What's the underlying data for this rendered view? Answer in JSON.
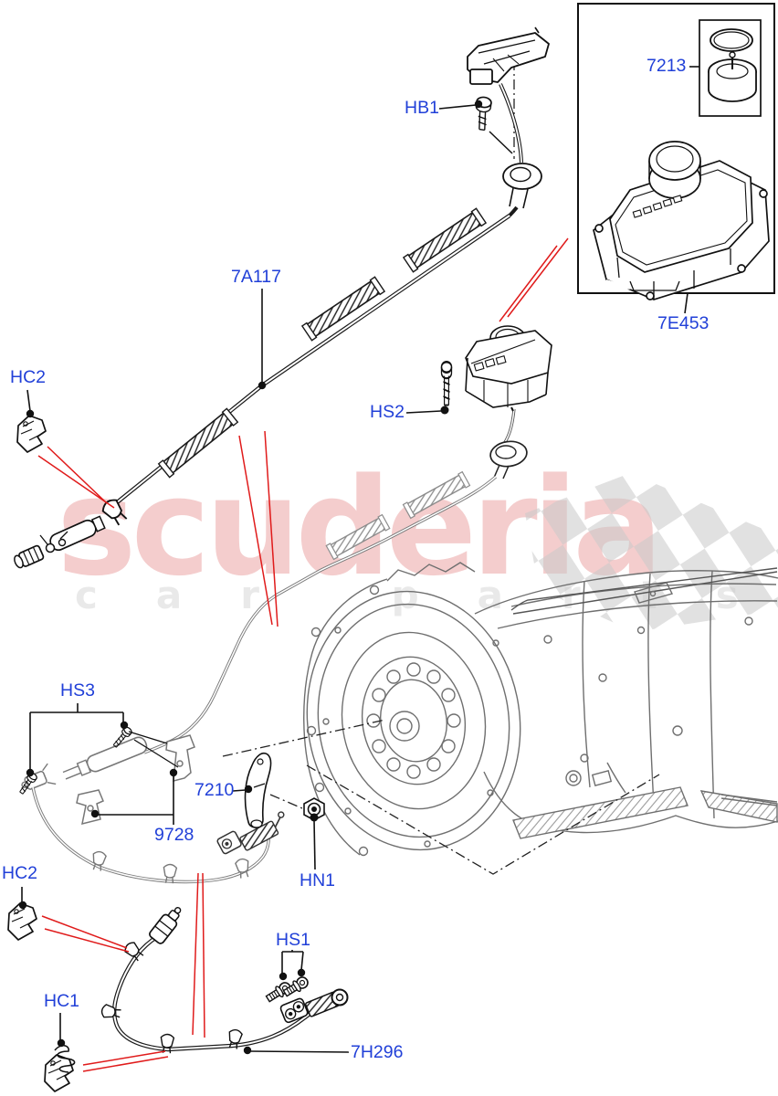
{
  "watermark": {
    "brand": "scuderia",
    "subtitle": "car parts"
  },
  "colors": {
    "label_blue": "#2140d8",
    "leader_red": "#e01b1b",
    "line_black": "#1a1a1a",
    "line_gray": "#777777",
    "transmission_gray": "#6f6f6f",
    "watermark_pink": "#e89a9a",
    "flag_gray": "#c9c9c9"
  },
  "labels": [
    {
      "id": "7213",
      "text": "7213"
    },
    {
      "id": "7E453",
      "text": "7E453"
    },
    {
      "id": "HB1",
      "text": "HB1"
    },
    {
      "id": "7A117",
      "text": "7A117"
    },
    {
      "id": "HC2-upper",
      "text": "HC2"
    },
    {
      "id": "HS2",
      "text": "HS2"
    },
    {
      "id": "HS3",
      "text": "HS3"
    },
    {
      "id": "7210",
      "text": "7210"
    },
    {
      "id": "9728",
      "text": "9728"
    },
    {
      "id": "HN1",
      "text": "HN1"
    },
    {
      "id": "HC2-lower",
      "text": "HC2"
    },
    {
      "id": "HS1",
      "text": "HS1"
    },
    {
      "id": "HC1",
      "text": "HC1"
    },
    {
      "id": "7H296",
      "text": "7H296"
    }
  ]
}
